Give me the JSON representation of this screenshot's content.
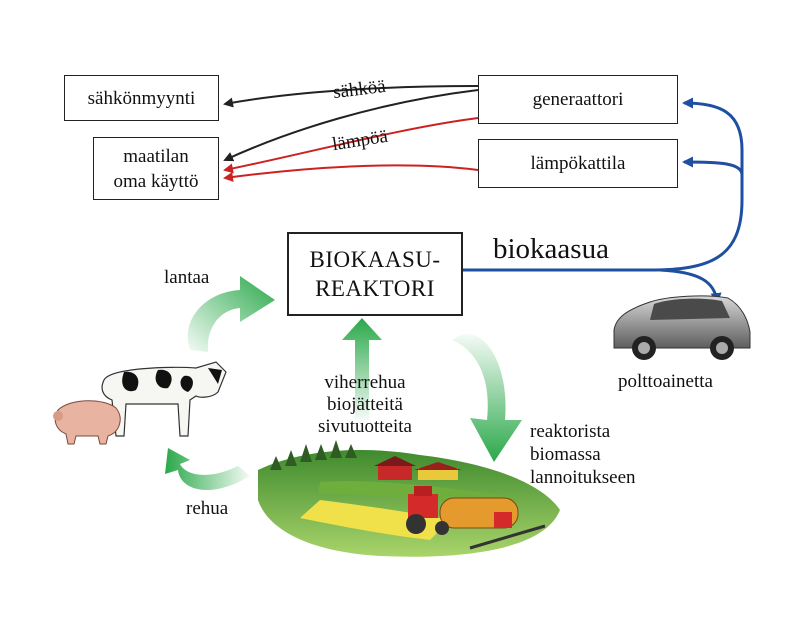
{
  "boxes": {
    "sales": "sähkönmyynti",
    "farm_line1": "maatilan",
    "farm_line2": "oma käyttö",
    "generator": "generaattori",
    "boiler": "lämpökattila",
    "reactor_line1": "BIOKAASU-",
    "reactor_line2": "REAKTORI"
  },
  "labels": {
    "electricity": "sähköä",
    "heat": "lämpöä",
    "biogas": "biokaasua",
    "fuel": "polttoainetta",
    "manure": "lantaa",
    "feed": "rehua",
    "inputs": [
      "viherrehua",
      "biojätteitä",
      "sivutuotteita"
    ],
    "outputs": [
      "reaktorista",
      "biomassa",
      "lannoitukseen"
    ]
  },
  "colors": {
    "electricity_arrow": "#222222",
    "heat_arrow": "#cc2222",
    "biogas_arrow": "#1f4fa0",
    "cycle_arrow": "#2aa84a"
  },
  "icons": [
    "car-icon",
    "cow-icon",
    "pig-icon",
    "farm-field-icon",
    "tractor-icon",
    "farm-building-icon"
  ]
}
